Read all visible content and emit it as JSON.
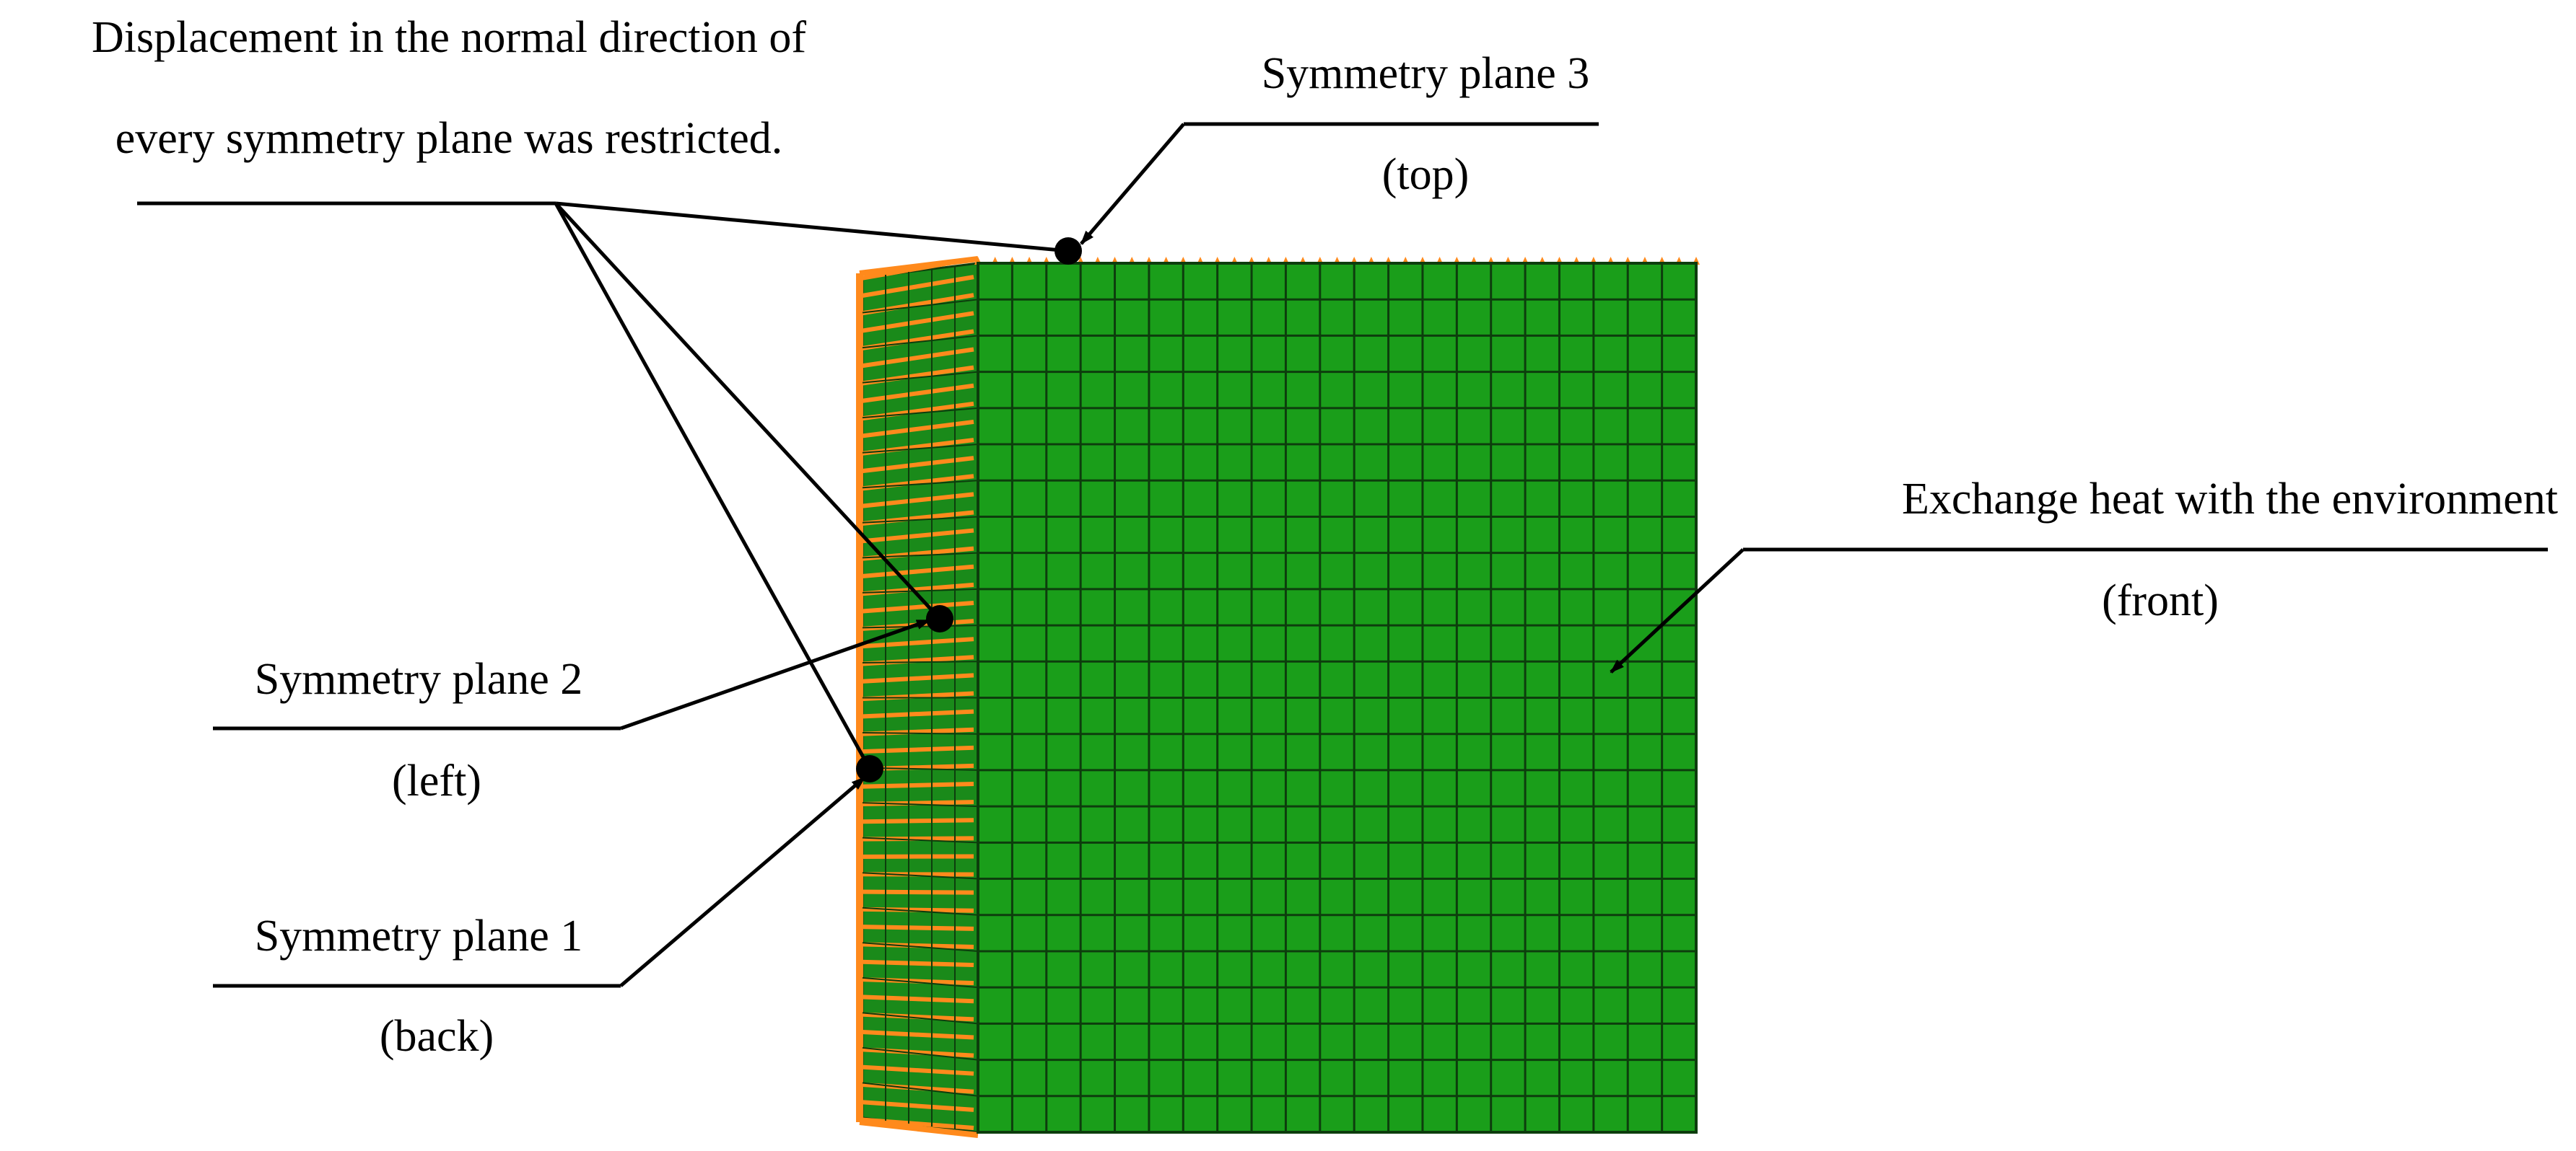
{
  "labels": {
    "restriction_line1": "Displacement in the normal direction of",
    "restriction_line2": "every symmetry plane was restricted.",
    "plane3_name": "Symmetry plane 3",
    "plane3_pos": "(top)",
    "plane2_name": "Symmetry plane 2",
    "plane2_pos": "(left)",
    "plane1_name": "Symmetry plane 1",
    "plane1_pos": "(back)",
    "heat_name": "Exchange heat with the environment",
    "heat_pos": "(front)"
  },
  "colors": {
    "front_face": "#1a9e1a",
    "mesh_lines": "#0d3d0d",
    "side_face": "#1a8a1a",
    "constraint_markers": "#ff8a1c",
    "annotation": "#000000"
  },
  "mesh": {
    "front_columns": 21,
    "front_rows": 24,
    "side_columns": 5
  }
}
